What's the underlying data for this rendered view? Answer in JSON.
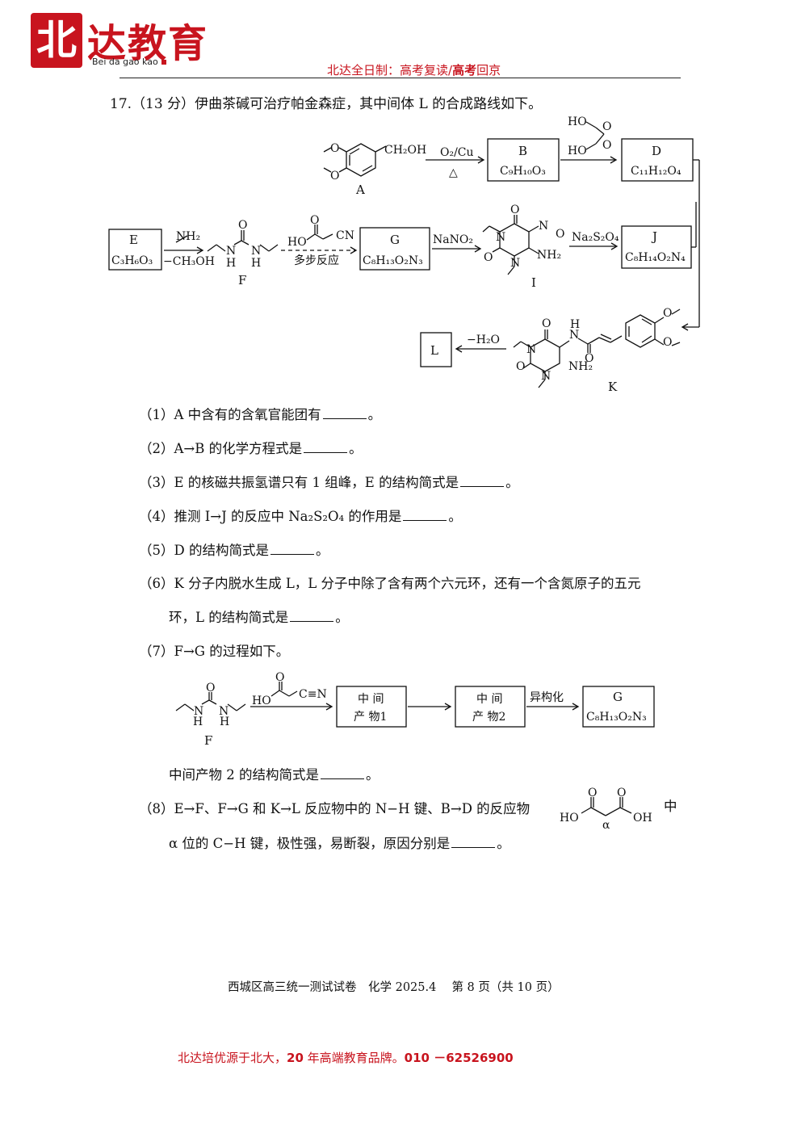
{
  "header": {
    "logo_char": "北",
    "logo_name": "达教育",
    "logo_pinyin": "Bei da gao kao",
    "slogan_a": "北达全日制：高考复读/",
    "slogan_b": "高考",
    "slogan_c": "回京"
  },
  "question": {
    "title": "17.（13 分）伊曲茶碱可治疗帕金森症，其中间体 L 的合成路线如下。"
  },
  "scheme": {
    "A_sub": "CH₂OH",
    "A_label": "A",
    "O2Cu": "O₂/Cu",
    "heat": "△",
    "B_label": "B",
    "B_formula": "C₉H₁₀O₃",
    "HO_top": "HO",
    "HO_bot": "HO",
    "O_top": "O",
    "O_bot": "O",
    "D_label": "D",
    "D_formula": "C₁₁H₁₂O₄",
    "E_label": "E",
    "E_formula": "C₃H₆O₃",
    "NH2_reagent": "NH₂",
    "minus_CH3OH": "−CH₃OH",
    "F_H1": "H",
    "F_H2": "H",
    "F_N1": "N",
    "F_N2": "N",
    "F_O": "O",
    "F_label": "F",
    "HO_cyano": "HO",
    "CN": "CN",
    "O_cyano": "O",
    "multi_step": "多步反应",
    "G_label": "G",
    "G_formula": "C₈H₁₃O₂N₃",
    "NaNO2": "NaNO₂",
    "I_N_O": "N",
    "I_NO_O": "O",
    "I_O1": "O",
    "I_O2": "O",
    "I_N1": "N",
    "I_N2": "N",
    "I_NH2": "NH₂",
    "I_label": "I",
    "Na2S2O4": "Na₂S₂O₄",
    "J_label": "J",
    "J_formula": "C₈H₁₄O₂N₄",
    "L_label": "L",
    "minus_H2O": "−H₂O",
    "K_H": "H",
    "K_N": "N",
    "K_O1": "O",
    "K_O2": "O",
    "K_O3": "O",
    "K_O4": "O",
    "K_O5": "O",
    "K_N1": "N",
    "K_N2": "N",
    "K_NH2": "NH₂",
    "K_label": "K",
    "A_O1": "O",
    "A_O2": "O"
  },
  "subquestions": {
    "q1": "（1）A 中含有的含氧官能团有",
    "q2": "（2）A→B 的化学方程式是",
    "q3": "（3）E 的核磁共振氢谱只有 1 组峰，E 的结构简式是",
    "q4": "（4）推测 I→J 的反应中 Na₂S₂O₄ 的作用是",
    "q5": "（5）D 的结构简式是",
    "q6a": "（6）K 分子内脱水生成 L，L 分子中除了含有两个六元环，还有一个含氮原子的五元",
    "q6b": "环，L 的结构简式是",
    "q7": "（7）F→G 的过程如下。",
    "q7_answer": "中间产物 2 的结构简式是",
    "q8a": "（8）E→F、F→G 和 K→L 反应物中的 N−H 键、B→D 的反应物",
    "q8a_tail": "中",
    "q8b": "α 位的 C−H 键，极性强，易断裂，原因分别是",
    "end_mark": "。"
  },
  "scheme7": {
    "F_O": "O",
    "F_N1": "N",
    "F_N2": "N",
    "F_H1": "H",
    "F_H2": "H",
    "F_label": "F",
    "HO": "HO",
    "O": "O",
    "CN": "C≡N",
    "box1_line1": "中 间",
    "box1_line2": "产 物1",
    "box2_line1": "中 间",
    "box2_line2": "产 物2",
    "isomerize": "异构化",
    "G_label": "G",
    "G_formula": "C₈H₁₃O₂N₃"
  },
  "malonic": {
    "O1": "O",
    "O2": "O",
    "HO": "HO",
    "OH": "OH",
    "alpha": "α"
  },
  "footer": {
    "page_info": "西城区高三统一测试试卷　化学 2025.4　 第 8 页（共 10 页）",
    "ad_a": "北达培优源于北大，",
    "ad_b": "20",
    "ad_c": " 年高端教育品牌。",
    "ad_d": "010 －62526900"
  }
}
